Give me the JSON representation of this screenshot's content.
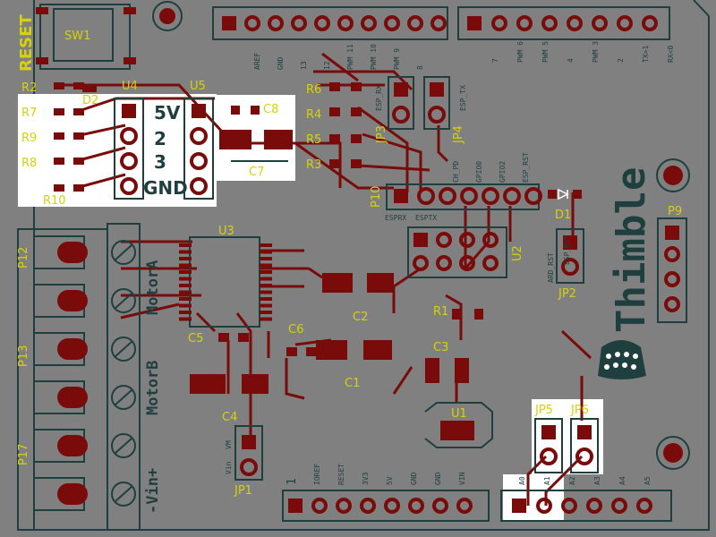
{
  "board": {
    "logo_text": "Thimble",
    "colors": {
      "board": "#808080",
      "copper": "#7a0b0b",
      "outline": "#1f3f3f",
      "silkscreen": "#d6d20a",
      "highlight": "#ffffff"
    }
  },
  "labels": {
    "reset": "RESET",
    "sw1": "SW1",
    "r2": "R2",
    "r7": "R7",
    "r9": "R9",
    "r8": "R8",
    "r10": "R10",
    "d2": "D2",
    "u4": "U4",
    "u5": "U5",
    "c8": "C8",
    "c7": "C7",
    "u3": "U3",
    "c5": "C5",
    "c6": "C6",
    "c2": "C2",
    "c1": "C1",
    "c3": "C3",
    "c4": "C4",
    "r1": "R1",
    "u1": "U1",
    "u2": "U2",
    "r6": "R6",
    "r4": "R4",
    "r5": "R5",
    "r3": "R3",
    "jp3": "JP3",
    "jp4": "JP4",
    "p10": "P10",
    "d1": "D1",
    "p9": "P9",
    "jp2": "JP2",
    "jp1": "JP1",
    "jp5": "JP5",
    "jp6": "JP6",
    "p12": "P12",
    "p13": "P13",
    "p17": "P17",
    "motor_a": "MotorA",
    "motor_b": "MotorB",
    "vin_plus": "-Vin+"
  },
  "u4_block": {
    "pin_labels": [
      "5V",
      "2",
      "3",
      "GND"
    ]
  },
  "top_header_pins": [
    "AREF",
    "GND",
    "13",
    "12",
    "PWM 11",
    "PWM 10",
    "PWM 9",
    "8"
  ],
  "top_header_pins_right": [
    "7",
    "PWM 6",
    "PWM 5",
    "4",
    "PWM 3",
    "2",
    "TX>1",
    "RX<0"
  ],
  "bottom_header_pins": [
    "1",
    "IOREF",
    "RESET",
    "3V3",
    "5V",
    "GND",
    "GND",
    "VIN"
  ],
  "bottom_header_pins_right": [
    "A0",
    "A1",
    "A2",
    "A3",
    "A4",
    "A5"
  ],
  "esp_labels": [
    "ESP_RX",
    "ESP_TX",
    "CH_PD",
    "GPIO0",
    "GPIO2",
    "ESP_RST",
    "ESPRX",
    "ESPTX"
  ],
  "jp2_labels": [
    "ARD_RST",
    "ESP_RST"
  ],
  "jp1_labels": [
    "Vin",
    "VM"
  ]
}
